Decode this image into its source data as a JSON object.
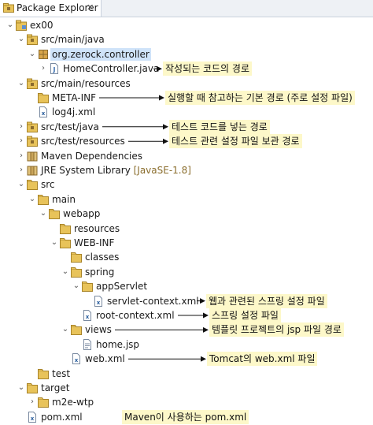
{
  "view": {
    "title": "Package Explorer",
    "close_glyph": "✕"
  },
  "tree": [
    {
      "label": "ex00",
      "depth": 0,
      "chev": "down",
      "icon": "project-icon"
    },
    {
      "label": "src/main/java",
      "depth": 1,
      "chev": "down",
      "icon": "source-folder-icon"
    },
    {
      "label": "org.zerock.controller",
      "depth": 2,
      "chev": "down",
      "icon": "package-icon",
      "selected": true
    },
    {
      "label": "HomeController.java",
      "depth": 3,
      "chev": "right",
      "icon": "java-file-icon"
    },
    {
      "label": "src/main/resources",
      "depth": 1,
      "chev": "down",
      "icon": "source-folder-icon"
    },
    {
      "label": "META-INF",
      "depth": 2,
      "chev": "none",
      "icon": "folder-icon"
    },
    {
      "label": "log4j.xml",
      "depth": 2,
      "chev": "none",
      "icon": "xml-file-icon"
    },
    {
      "label": "src/test/java",
      "depth": 1,
      "chev": "right",
      "icon": "source-folder-icon"
    },
    {
      "label": "src/test/resources",
      "depth": 1,
      "chev": "right",
      "icon": "source-folder-icon"
    },
    {
      "label": "Maven Dependencies",
      "depth": 1,
      "chev": "right",
      "icon": "library-icon"
    },
    {
      "label": "JRE System Library",
      "decoration": "[JavaSE-1.8]",
      "depth": 1,
      "chev": "right",
      "icon": "library-icon"
    },
    {
      "label": "src",
      "depth": 1,
      "chev": "down",
      "icon": "folder-icon"
    },
    {
      "label": "main",
      "depth": 2,
      "chev": "down",
      "icon": "folder-icon"
    },
    {
      "label": "webapp",
      "depth": 3,
      "chev": "down",
      "icon": "folder-icon"
    },
    {
      "label": "resources",
      "depth": 4,
      "chev": "none",
      "icon": "folder-icon"
    },
    {
      "label": "WEB-INF",
      "depth": 4,
      "chev": "down",
      "icon": "folder-icon"
    },
    {
      "label": "classes",
      "depth": 5,
      "chev": "none",
      "icon": "folder-icon"
    },
    {
      "label": "spring",
      "depth": 5,
      "chev": "down",
      "icon": "folder-icon"
    },
    {
      "label": "appServlet",
      "depth": 6,
      "chev": "down",
      "icon": "folder-icon"
    },
    {
      "label": "servlet-context.xml",
      "depth": 7,
      "chev": "none",
      "icon": "xml-file-icon"
    },
    {
      "label": "root-context.xml",
      "depth": 6,
      "chev": "none",
      "icon": "xml-file-icon"
    },
    {
      "label": "views",
      "depth": 5,
      "chev": "down",
      "icon": "folder-icon"
    },
    {
      "label": "home.jsp",
      "depth": 6,
      "chev": "none",
      "icon": "jsp-file-icon"
    },
    {
      "label": "web.xml",
      "depth": 5,
      "chev": "none",
      "icon": "xml-file-icon"
    },
    {
      "label": "test",
      "depth": 2,
      "chev": "none",
      "icon": "folder-icon"
    },
    {
      "label": "target",
      "depth": 1,
      "chev": "down",
      "icon": "folder-icon"
    },
    {
      "label": "m2e-wtp",
      "depth": 2,
      "chev": "right",
      "icon": "folder-icon"
    },
    {
      "label": "pom.xml",
      "depth": 1,
      "chev": "none",
      "icon": "xml-file-icon"
    }
  ],
  "annotations": [
    {
      "text": "작성되는 코드의 경로",
      "row": 3
    },
    {
      "text": "실행할 때 참고하는 기본 경로 (주로 설정 파일)",
      "row": 5
    },
    {
      "text": "테스트 코드를 넣는 경로",
      "row": 7
    },
    {
      "text": "테스트 관련 설정 파일 보관 경로",
      "row": 8
    },
    {
      "text": "웹과 관련된 스프링 설정 파일",
      "row": 19
    },
    {
      "text": "스프링 설정 파일",
      "row": 20
    },
    {
      "text": "템플릿 프로젝트의 jsp 파일 경로",
      "row": 21
    },
    {
      "text": "Tomcat의 web.xml 파일",
      "row": 23
    },
    {
      "text": "Maven이 사용하는 pom.xml",
      "row": 27
    }
  ],
  "colors": {
    "selection": "#cfe3f9",
    "note_bg": "#fdf8c9",
    "folder": "#e8c35a",
    "package": "#8b6b2e",
    "java": "#3a6fb0"
  }
}
